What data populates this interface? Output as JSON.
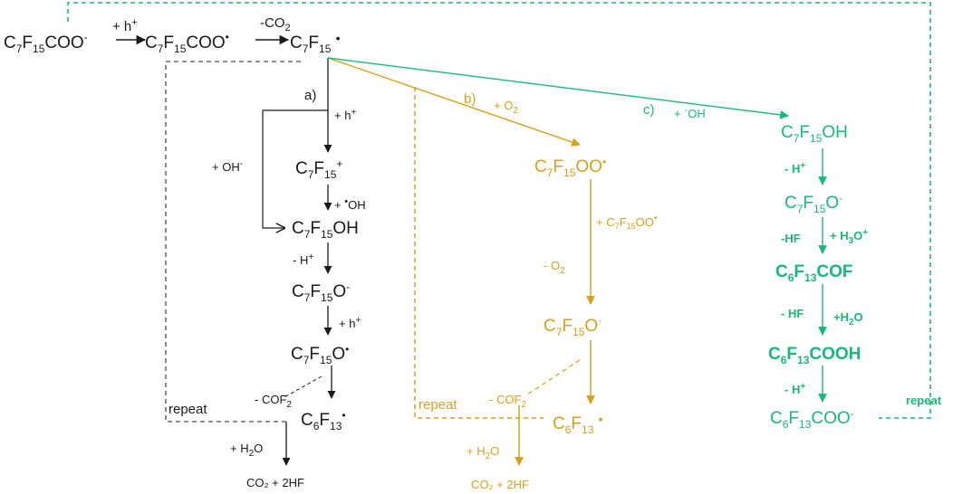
{
  "colors": {
    "black": "#1a1a1a",
    "gold": "#d9a017",
    "green": "#17b978",
    "gray": "#6e6e6e"
  },
  "top": {
    "s1": [
      "C",
      "7",
      "F",
      "15",
      "COO",
      "-"
    ],
    "s2": [
      "C",
      "7",
      "F",
      "15",
      "COO",
      "•"
    ],
    "s3": [
      "C",
      "7",
      "F",
      "15",
      " ",
      "•"
    ],
    "h_plus": [
      "+ h",
      "+"
    ],
    "minus_co2": [
      "-CO",
      "2"
    ]
  },
  "path_a": {
    "label": "a)",
    "h_plus": [
      "+ h",
      "+"
    ],
    "plus_oh": [
      "+ OH",
      "-"
    ],
    "c7f15_plus": [
      "C",
      "7",
      "F",
      "15",
      "+"
    ],
    "plus_rad_oh": [
      "+ ",
      "•",
      "OH"
    ],
    "c7f15oh": [
      "C",
      "7",
      "F",
      "15",
      "OH"
    ],
    "minus_h": [
      "- H",
      "+"
    ],
    "c7f15o_minus": [
      "C",
      "7",
      "F",
      "15",
      "O",
      "-"
    ],
    "h_plus2": [
      "+ h",
      "+"
    ],
    "c7f15o_rad": [
      "C",
      "7",
      "F",
      "15",
      "O",
      "•"
    ],
    "minus_cof2": [
      "- COF",
      "2"
    ],
    "c6f13_rad": [
      "C",
      "6",
      "F",
      "13",
      "•"
    ],
    "repeat": "repeat",
    "plus_h2o": [
      "+ H",
      "2",
      "O"
    ],
    "products": "CO₂ + 2HF"
  },
  "path_b": {
    "label": "b)",
    "plus_o2": [
      "+ O",
      "2"
    ],
    "c7f15oo_rad": [
      "C",
      "7",
      "F",
      "15",
      "OO",
      "•"
    ],
    "plus_c7f15oo": [
      "+ C",
      "7",
      "F",
      "15",
      "OO",
      "•"
    ],
    "minus_o2": [
      "- O",
      "2"
    ],
    "c7f15o_rad": [
      "C",
      "7",
      "F",
      "15",
      "O",
      "·"
    ],
    "repeat": "repeat",
    "minus_cof2": [
      "- COF",
      "2"
    ],
    "c6f13_rad": [
      "C",
      "6",
      "F",
      "13",
      " ",
      "•"
    ],
    "plus_h2o": [
      "+ H",
      "2",
      "O"
    ],
    "products": "CO₂ + 2HF"
  },
  "path_c": {
    "label": "c)",
    "plus_oh": [
      "+ ",
      "·",
      "OH"
    ],
    "c7f15oh": [
      "C",
      "7",
      "F",
      "15",
      "OH"
    ],
    "minus_h": [
      "- H",
      "+"
    ],
    "c7f15o_minus": [
      "C",
      "7",
      "F",
      "15",
      "O",
      "-"
    ],
    "minus_hf": "-HF",
    "plus_h3o": [
      "+ H",
      "3",
      "O",
      "+"
    ],
    "c6f13cof": [
      "C",
      "6",
      "F",
      "13",
      "COF"
    ],
    "minus_hf2": "- HF",
    "plus_h2o": [
      "+H",
      "2",
      "O"
    ],
    "c6f13cooh": [
      "C",
      "6",
      "F",
      "13",
      "COOH"
    ],
    "minus_h2": [
      "- H",
      "+"
    ],
    "c6f13coo_minus": [
      "C",
      "6",
      "F",
      "13",
      "COO",
      "-"
    ],
    "repeat": "repeat"
  }
}
